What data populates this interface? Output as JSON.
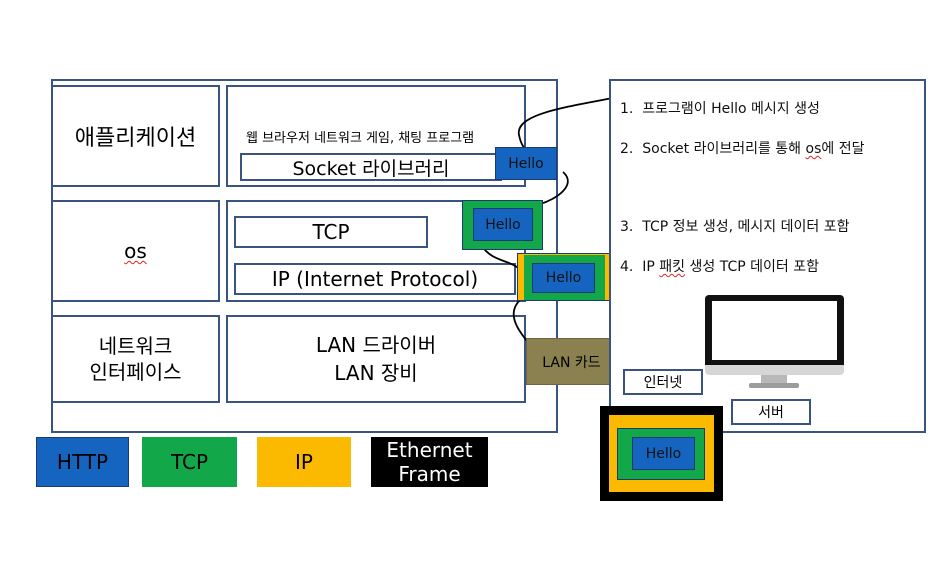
{
  "stack": {
    "layers": {
      "app": "애플리케이션",
      "os": "os",
      "netif_line1": "네트워크",
      "netif_line2": "인터페이스"
    },
    "app_desc": "웹 브라우저 네트워크 게임, 채팅 프로그램",
    "socket_lib": "Socket 라이브러리",
    "tcp": "TCP",
    "ip": "IP (Internet Protocol)",
    "lan_driver": "LAN 드라이버",
    "lan_device": "LAN 장비"
  },
  "hello": "Hello",
  "lan_card": "LAN 카드",
  "internet": "인터넷",
  "server": "서버",
  "steps": {
    "s1_num": "1.",
    "s1": "프로그램이 Hello 메시지 생성",
    "s2_num": "2.",
    "s2_pre": "Socket 라이브러리를 통해 ",
    "s2_os": "os",
    "s2_post": "에 전달",
    "s3_num": "3.",
    "s3": "TCP 정보 생성, 메시지 데이터 포함",
    "s4_num": "4.",
    "s4_pre": "IP ",
    "s4_mid": "패킷",
    "s4_post": " 생성 TCP 데이터 포함"
  },
  "legend": {
    "http": "HTTP",
    "tcp": "TCP",
    "ip": "IP",
    "eth_line1": "Ethernet",
    "eth_line2": "Frame"
  },
  "colors": {
    "http": "#1565c0",
    "tcp": "#12a84a",
    "ip": "#fbb900",
    "ethernet": "#000000",
    "lan_card": "#8b8050",
    "border": "#3a5482"
  }
}
